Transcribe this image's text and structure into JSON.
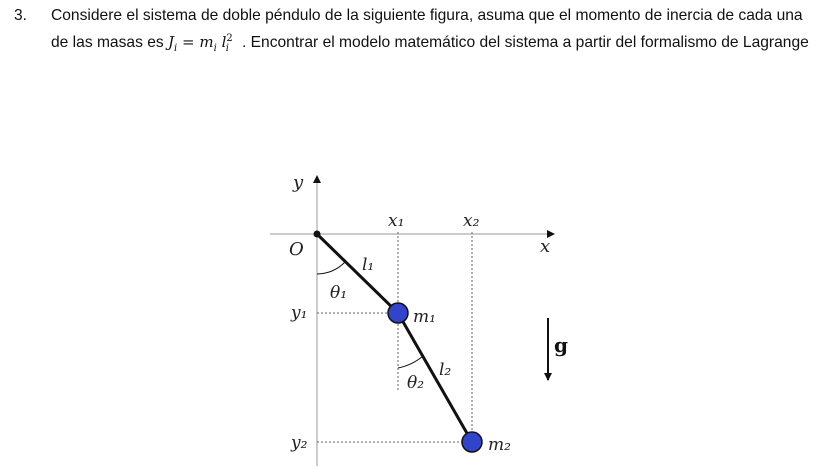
{
  "problem": {
    "number": "3.",
    "text_before": "Considere el sistema de doble péndulo de la siguiente figura, asuma que el momento de inercia de cada una de las masas es",
    "formula": {
      "lhs": "J",
      "lhs_sub": "i",
      "eq": " = ",
      "m": "m",
      "m_sub": "i",
      "l": "l",
      "l_sup": "2",
      "l_sub": "i"
    },
    "text_after": ". Encontrar el modelo matemático del sistema a partir del formalismo de Lagrange"
  },
  "figure": {
    "y_axis": "y",
    "x_axis": "x",
    "origin": "O",
    "x1": "x₁",
    "x2": "x₂",
    "y1": "y₁",
    "y2": "y₂",
    "l1": "l₁",
    "l2": "l₂",
    "theta1": "θ₁",
    "theta2": "θ₂",
    "m1": "m₁",
    "m2": "m₂",
    "gravity": "g",
    "mass_color": "#3344cc"
  }
}
